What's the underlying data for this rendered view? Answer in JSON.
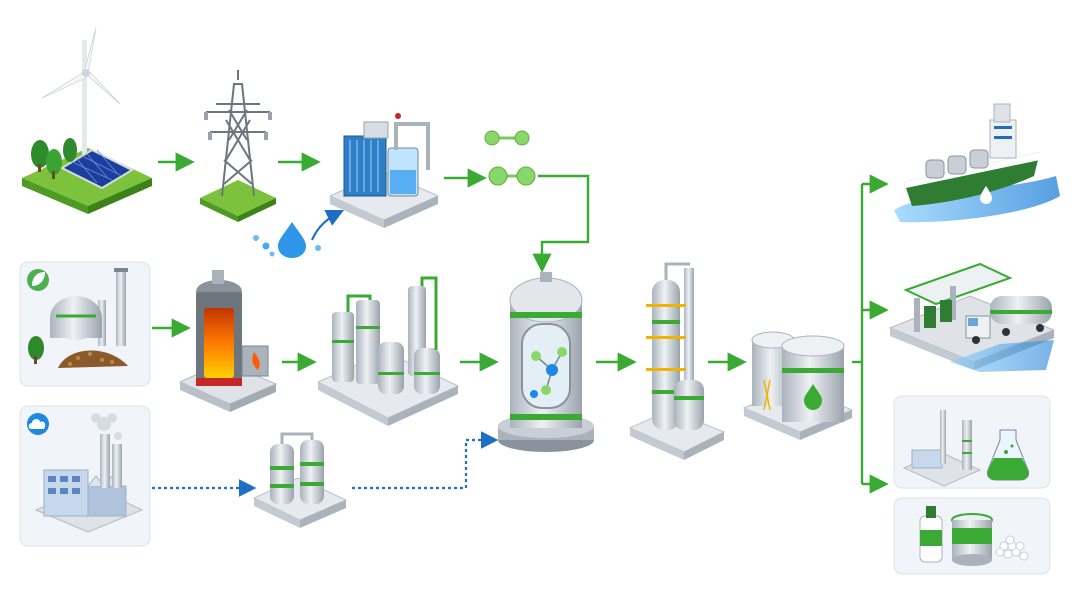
{
  "colors": {
    "green_arrow": "#3aaa35",
    "blue_arrow": "#1e6fc4",
    "vessel_grey": "#c9cfd6",
    "vessel_dark": "#8a939c",
    "accent_green": "#3aaa35",
    "water_blue": "#1e88e5",
    "fire_orange": "#ff7a00",
    "sea_blue": "#2b8be0",
    "molecule_green": "#8bd66a"
  },
  "nodes": [
    {
      "id": "renewables",
      "icon": "wind-solar-icon"
    },
    {
      "id": "power-grid",
      "icon": "transmission-tower-icon"
    },
    {
      "id": "electrolyzer",
      "icon": "electrolyzer-icon"
    },
    {
      "id": "water-input",
      "icon": "water-drop-icon"
    },
    {
      "id": "hydrogen",
      "icon": "hydrogen-molecule-icon"
    },
    {
      "id": "biomass",
      "icon": "biomass-leaf-icon"
    },
    {
      "id": "gasifier",
      "icon": "gasifier-furnace-icon"
    },
    {
      "id": "gas-cleanup",
      "icon": "gas-cleanup-plant-icon"
    },
    {
      "id": "industrial-co2",
      "icon": "factory-co2-icon"
    },
    {
      "id": "carbon-capture",
      "icon": "carbon-capture-unit-icon"
    },
    {
      "id": "synthesis-reactor",
      "icon": "reactor-icon"
    },
    {
      "id": "distillation",
      "icon": "distillation-column-icon"
    },
    {
      "id": "storage-tanks",
      "icon": "storage-tank-icon"
    },
    {
      "id": "green-shipping",
      "icon": "ship-icon"
    },
    {
      "id": "fuel-station",
      "icon": "fuel-station-truck-icon"
    },
    {
      "id": "chemical-industry",
      "icon": "chemical-industry-icon"
    },
    {
      "id": "consumer-products",
      "icon": "consumer-products-icon"
    }
  ]
}
